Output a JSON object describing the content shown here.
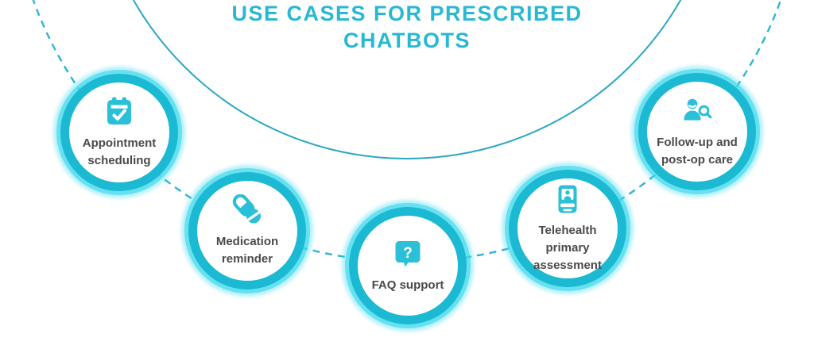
{
  "title": {
    "line1": "USE CASES FOR PRESCRIBED",
    "line2": "CHATBOTS"
  },
  "nodes": [
    {
      "icon": "calendar-check-icon",
      "label_line1": "Appointment",
      "label_line2": "scheduling"
    },
    {
      "icon": "pills-icon",
      "label_line1": "Medication",
      "label_line2": "reminder"
    },
    {
      "icon": "question-bubble-icon",
      "label_line1": "FAQ support",
      "label_line2": ""
    },
    {
      "icon": "id-card-icon",
      "label_line1": "Telehealth primary",
      "label_line2": "assessment"
    },
    {
      "icon": "person-search-icon",
      "label_line1": "Follow-up and",
      "label_line2": "post-op care"
    }
  ],
  "glyphs": {
    "question_mark": "?"
  },
  "colors": {
    "background": "#ffffff",
    "title_teal": "#29b8d4",
    "label_gray": "#4a4a4a",
    "teal_ring": "#1cb9d3",
    "cyan_halo": "#3bd8ec",
    "icon_teal": "#2bc0d8",
    "arc_solid": "#2aa7c3",
    "arc_dashed": "#2db6d3"
  }
}
